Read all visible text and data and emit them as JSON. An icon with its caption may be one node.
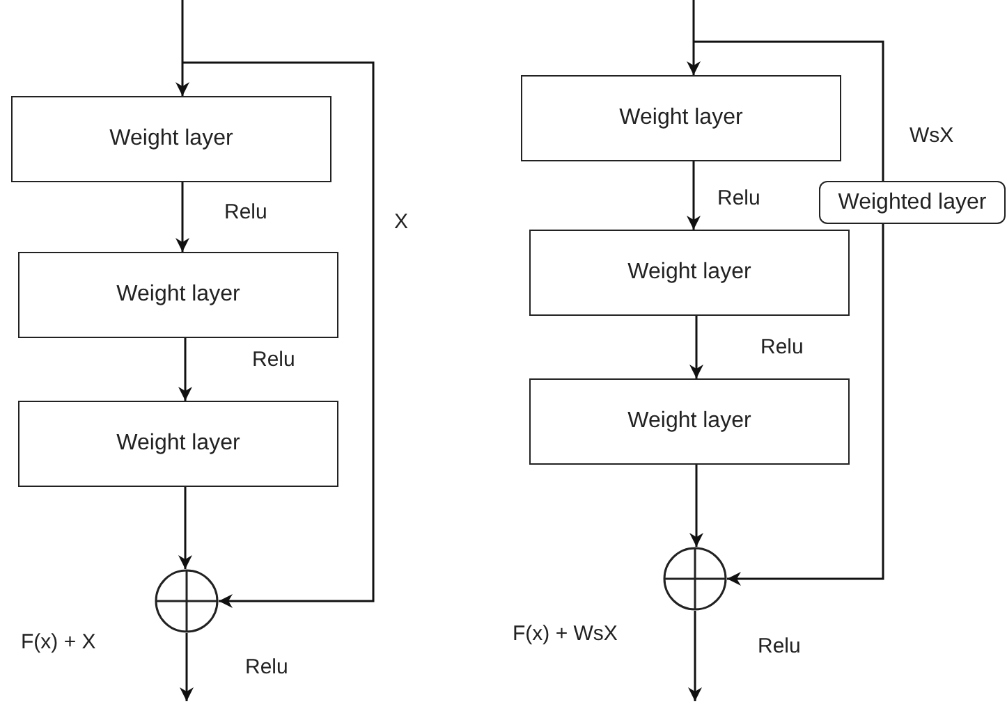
{
  "diagram": {
    "nodes": [
      {
        "text": [
          "Weight layer"
        ]
      },
      {
        "text": [
          "Weight layer"
        ]
      },
      {
        "text": [
          "Weight layer"
        ]
      },
      {
        "text": [],
        "shape": "circle",
        "beside": [
          "F(x) + X"
        ]
      },
      {
        "text": [
          "Weight layer"
        ]
      },
      {
        "text": [
          "Weight layer"
        ]
      },
      {
        "text": [
          "Weight layer"
        ]
      },
      {
        "text": [
          "Weighted layer"
        ]
      },
      {
        "text": [],
        "shape": "circle",
        "beside": [
          "F(x) + WsX"
        ]
      }
    ],
    "edges": [
      {
        "from": null,
        "to": 0,
        "arrow": "to"
      },
      {
        "from": 0,
        "to": 1,
        "arrow": "to",
        "label": "Relu"
      },
      {
        "from": 1,
        "to": 2,
        "arrow": "to",
        "label": "Relu"
      },
      {
        "from": 2,
        "to": 3,
        "arrow": "to"
      },
      {
        "from": null,
        "to": 3,
        "arrow": "to",
        "label": "X"
      },
      {
        "from": 3,
        "to": null,
        "arrow": "to",
        "label": "Relu"
      },
      {
        "from": null,
        "to": 4,
        "arrow": "to"
      },
      {
        "from": 4,
        "to": 5,
        "arrow": "to",
        "label": "Relu"
      },
      {
        "from": 5,
        "to": 6,
        "arrow": "to",
        "label": "Relu"
      },
      {
        "from": 6,
        "to": 8,
        "arrow": "to"
      },
      {
        "from": null,
        "to": 7,
        "arrow": "none",
        "label": "WsX"
      },
      {
        "from": 7,
        "to": 8,
        "arrow": "to"
      },
      {
        "from": 8,
        "to": null,
        "arrow": "to",
        "label": "Relu"
      }
    ]
  }
}
